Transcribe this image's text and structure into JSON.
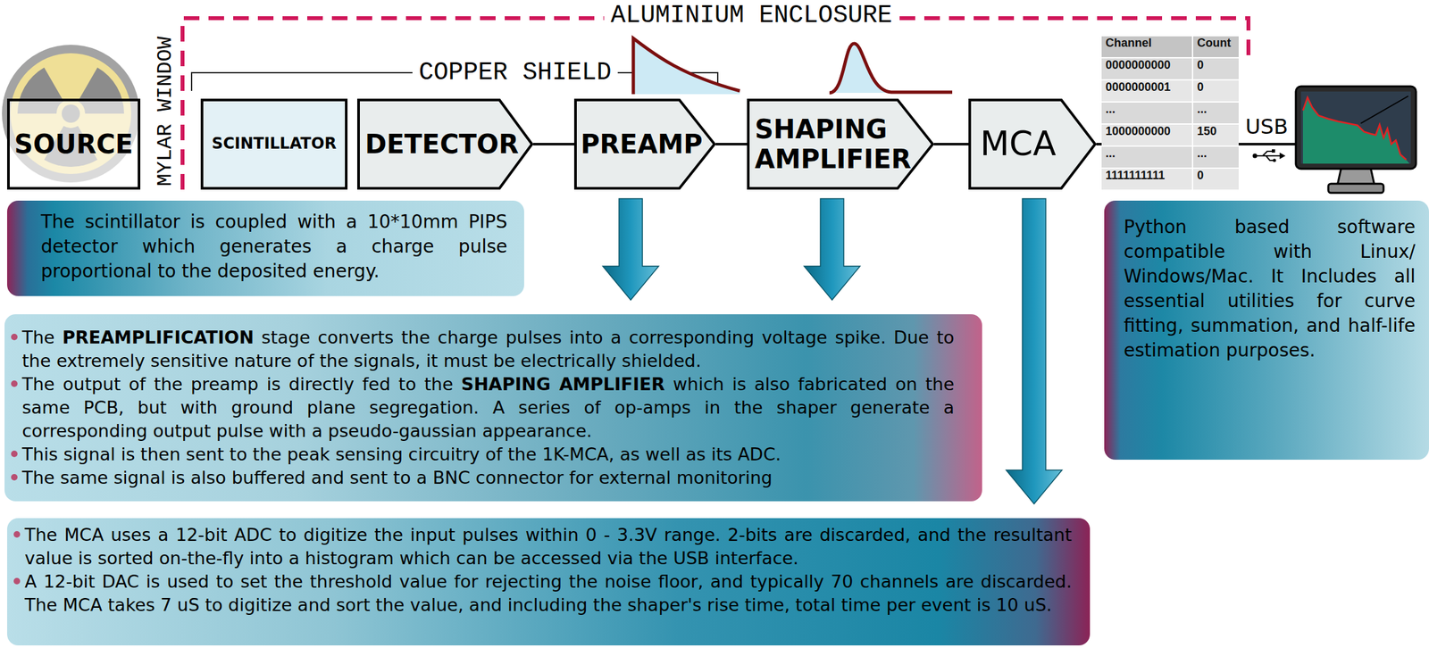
{
  "diagram": {
    "nodes": [
      {
        "text": [
          "SOURCE"
        ]
      },
      {
        "text": [
          "SCINTILLATOR"
        ]
      },
      {
        "text": [
          "DETECTOR"
        ]
      },
      {
        "text": [
          "PREAMP"
        ]
      },
      {
        "text": [
          "SHAPING AMPLIFIER"
        ]
      },
      {
        "text": [
          "MCA"
        ]
      },
      {
        "text": [
          "The scintillator is coupled with a 10*10mm PIPS detector which generates a charge pulse proportional to the deposited energy."
        ]
      },
      {
        "text": [
          "Python based software compatible with Linux/ Windows/Mac. It Includes all essential utilities for curve fitting, summation, and half-life estimation purposes."
        ]
      },
      {
        "text": [
          "The PREAMPLIFICATION stage converts the charge pulses into a corresponding voltage spike. Due to the extremely sensitive nature of the signals, it must be electrically shielded.",
          "The output of the preamp is directly fed to the SHAPING AMPLIFIER which is also fabricated on the same PCB, but with ground plane segregation. A series of op-amps in the shaper generate a corresponding output pulse with a pseudo-gaussian appearance.",
          "This signal is then sent to the peak sensing circuitry of the 1K-MCA, as well as its ADC.",
          "The same signal is also buffered and sent to a BNC connector for external monitoring"
        ]
      },
      {
        "text": [
          "The MCA uses a 12-bit ADC to digitize the input pulses within 0 - 3.3V range. 2-bits are discarded, and the resultant value is sorted on-the-fly into a histogram which can be accessed via the USB interface.",
          "A 12-bit DAC is used to set the threshold value for rejecting the noise floor, and typically 70 channels are discarded. The MCA takes 7 uS to digitize and sort the value, and including the shaper's rise time, total time per event is 10 uS."
        ]
      }
    ],
    "edges": [
      {
        "from": 2,
        "to": 3,
        "arrow": "none"
      },
      {
        "from": 3,
        "to": 4,
        "arrow": "none"
      },
      {
        "from": 4,
        "to": 5,
        "arrow": "none"
      },
      {
        "from": 3,
        "to": 8,
        "arrow": "to"
      },
      {
        "from": 4,
        "to": 8,
        "arrow": "to"
      },
      {
        "from": 5,
        "to": 9,
        "arrow": "to"
      }
    ],
    "labels": [
      "ALUMINIUM ENCLOSURE",
      "MYLAR WINDOW",
      "COPPER SHIELD",
      "Channel",
      "Count",
      "0000000000",
      "0",
      "0000000001",
      "0",
      "...",
      "...",
      "1000000000",
      "150",
      "...",
      "...",
      "1111111111",
      "0",
      "USB"
    ]
  }
}
